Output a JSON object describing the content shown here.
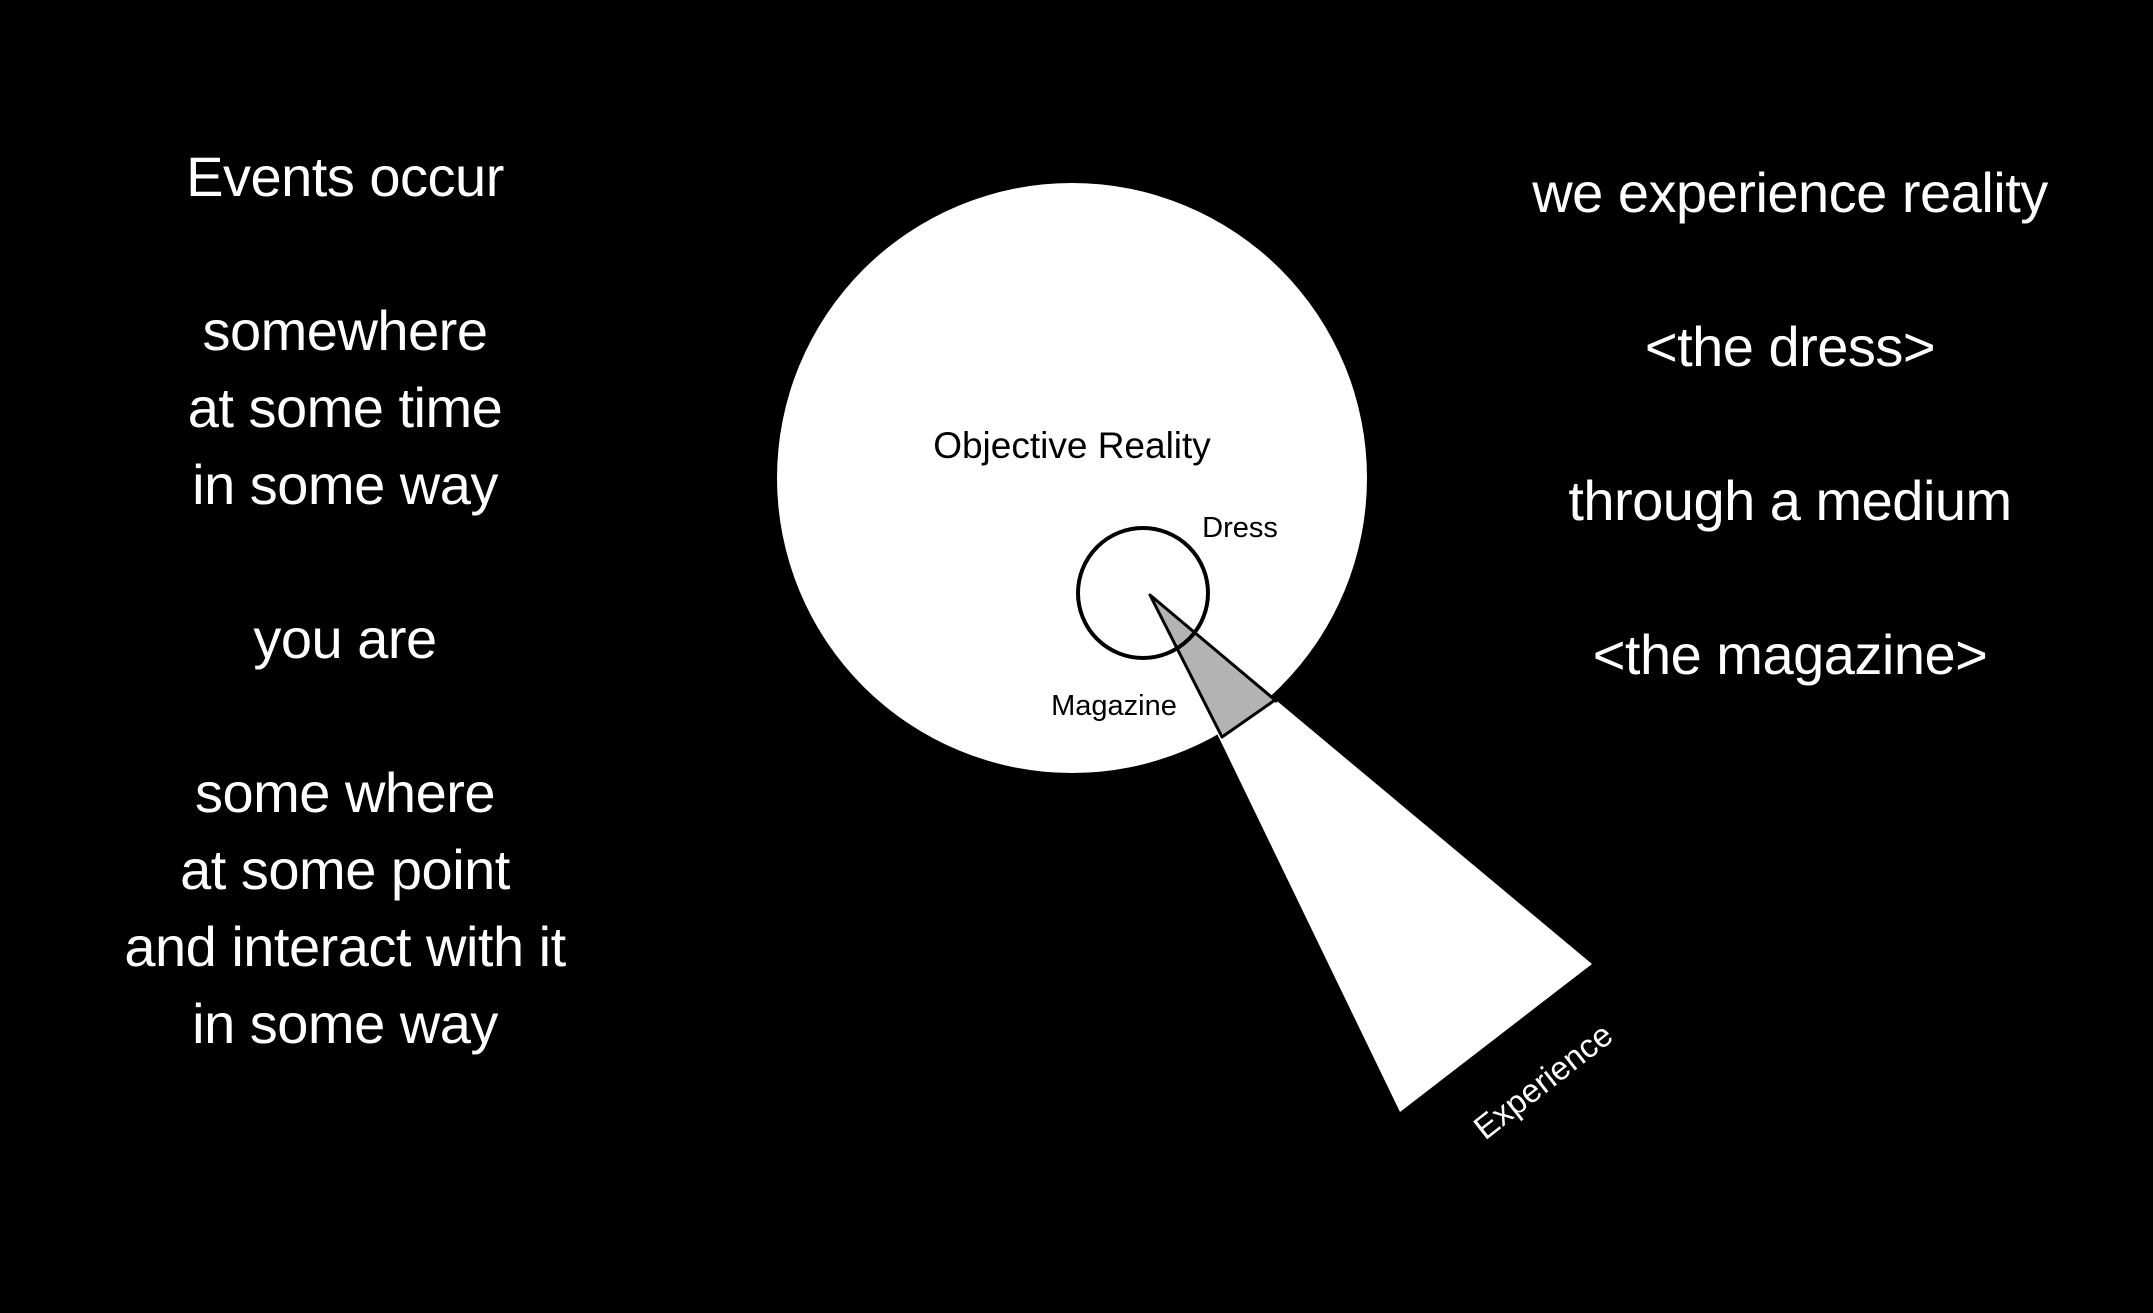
{
  "left_text": {
    "lines": [
      "Events occur",
      "",
      "somewhere",
      "at some time",
      "in some way",
      "",
      "you are",
      "",
      "some where",
      "at some point",
      "and interact with it",
      "in some way"
    ]
  },
  "right_text": {
    "lines": [
      "we experience reality",
      "",
      "<the dress>",
      "",
      "through a medium",
      "",
      "<the magazine>"
    ]
  },
  "diagram": {
    "outer_label": "Objective Reality",
    "inner_label": "Dress",
    "medium_label": "Magazine",
    "cone_label": "Experience",
    "colors": {
      "background": "#000000",
      "outer_circle": "#ffffff",
      "inner_circle_stroke": "#000000",
      "medium_wedge": "#b3b3b3",
      "cone": "#ffffff"
    }
  }
}
